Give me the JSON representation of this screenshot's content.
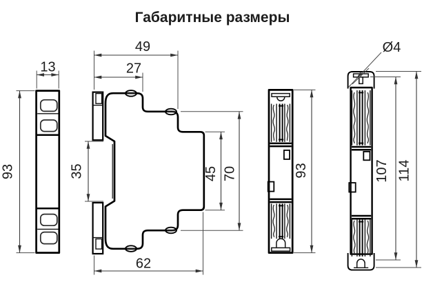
{
  "title": "Габаритные размеры",
  "views": {
    "front_narrow": {
      "dims": {
        "width": "13",
        "height": "93"
      }
    },
    "side_profile": {
      "dims": {
        "overall_width": "49",
        "upper_step_width": "27",
        "din_recess_height": "35",
        "front_face_height": "45",
        "mid_body_height": "70",
        "base_width": "62"
      }
    },
    "front": {
      "dims": {
        "height": "93"
      }
    },
    "side_with_covers": {
      "dims": {
        "mount_hole_diameter": "Ø4",
        "inner_height": "107",
        "overall_height": "114"
      }
    }
  }
}
